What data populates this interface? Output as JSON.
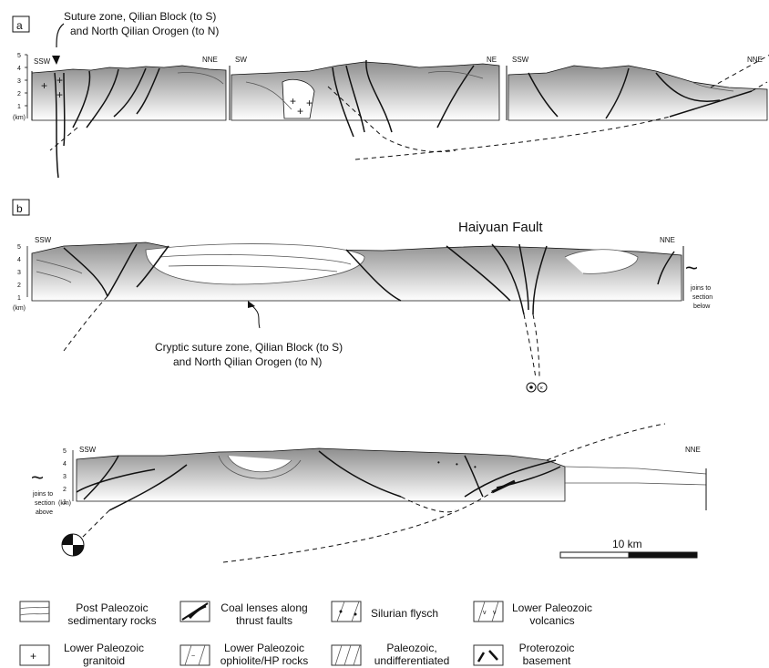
{
  "panel_a": {
    "label": "a",
    "annotation_line1": "Suture zone, Qilian Block (to S)",
    "annotation_line2": "and North Qilian Orogen (to N)",
    "section1": {
      "left": "SSW",
      "right": "NNE"
    },
    "section2": {
      "left": "SW",
      "right": "NE"
    },
    "section3": {
      "left": "SSW",
      "right": "NNE"
    },
    "scale_ticks": [
      "5",
      "4",
      "3",
      "2",
      "1"
    ],
    "scale_unit": "(km)"
  },
  "panel_b": {
    "label": "b",
    "fault_name": "Haiyuan Fault",
    "annotation_line1": "Cryptic suture zone, Qilian Block (to S)",
    "annotation_line2": "and North Qilian Orogen (to N)",
    "upper": {
      "left": "SSW",
      "right": "NNE"
    },
    "lower": {
      "left": "SSW",
      "right": "NNE"
    },
    "scale_ticks": [
      "5",
      "4",
      "3",
      "2",
      "1"
    ],
    "scale_unit": "(km)",
    "joins_below": [
      "joins to",
      "section",
      "below"
    ],
    "joins_above": [
      "joins to",
      "section",
      "above"
    ],
    "scale_bar_label": "10 km"
  },
  "legend": [
    {
      "id": "post-paleozoic",
      "line1": "Post Paleozoic",
      "line2": "sedimentary rocks"
    },
    {
      "id": "coal-lenses",
      "line1": "Coal lenses along",
      "line2": "thrust faults"
    },
    {
      "id": "silurian-flysch",
      "line1": "Silurian flysch",
      "line2": ""
    },
    {
      "id": "lp-volcanics",
      "line1": "Lower Paleozoic",
      "line2": "volcanics"
    },
    {
      "id": "lp-granitoid",
      "line1": "Lower Paleozoic",
      "line2": "granitoid"
    },
    {
      "id": "lp-ophiolite",
      "line1": "Lower Paleozoic",
      "line2": "ophiolite/HP rocks"
    },
    {
      "id": "paleozoic-undiff",
      "line1": "Paleozoic,",
      "line2": "undifferentiated"
    },
    {
      "id": "proterozoic",
      "line1": "Proterozoic",
      "line2": "basement"
    }
  ],
  "colors": {
    "fill_top": "#9a9a9a",
    "fill_bottom": "#ffffff",
    "line": "#111111"
  }
}
